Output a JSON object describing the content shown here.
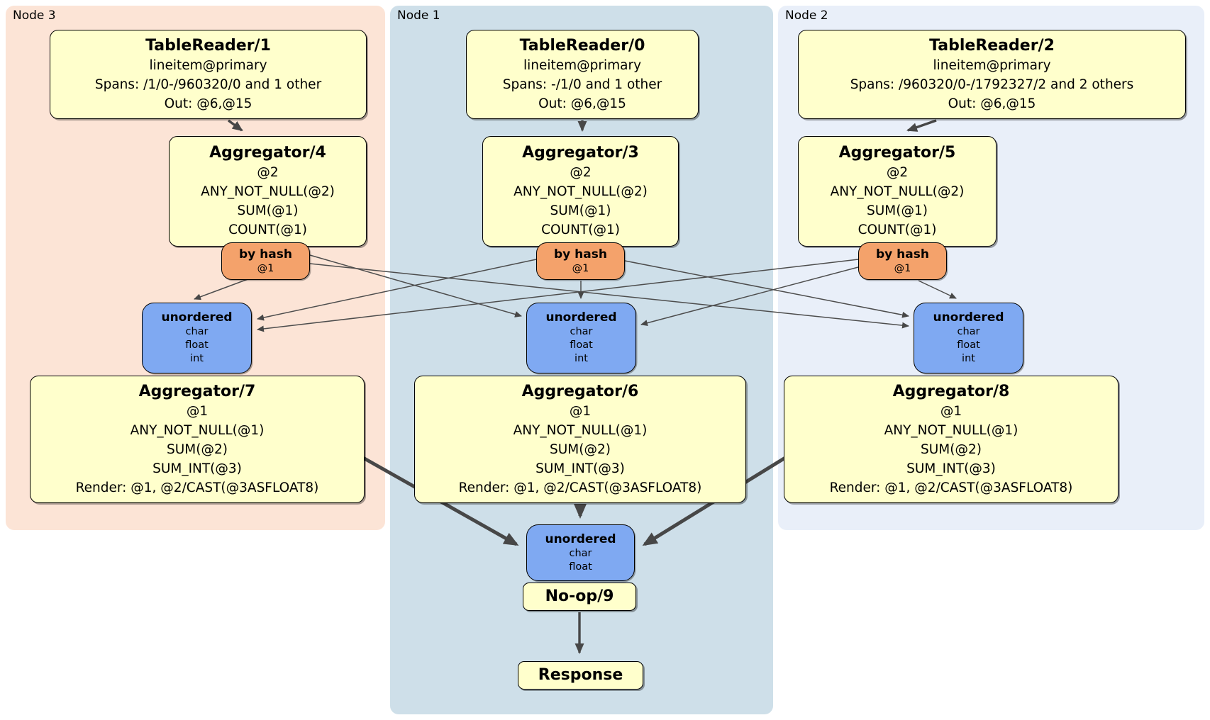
{
  "nodes": {
    "node3": {
      "label": "Node 3",
      "table_reader": {
        "title": "TableReader/1",
        "lines": [
          "lineitem@primary",
          "Spans: /1/0-/960320/0 and 1 other",
          "Out: @6,@15"
        ]
      },
      "aggregator_top": {
        "title": "Aggregator/4",
        "lines": [
          "@2",
          "ANY_NOT_NULL(@2)",
          "SUM(@1)",
          "COUNT(@1)"
        ]
      },
      "router": {
        "title": "by hash",
        "subtitle": "@1"
      },
      "sync": {
        "title": "unordered",
        "lines": [
          "char",
          "float",
          "int"
        ]
      },
      "aggregator_bottom": {
        "title": "Aggregator/7",
        "lines": [
          "@1",
          "ANY_NOT_NULL(@1)",
          "SUM(@2)",
          "SUM_INT(@3)",
          "Render: @1, @2/CAST(@3ASFLOAT8)"
        ]
      }
    },
    "node1": {
      "label": "Node 1",
      "table_reader": {
        "title": "TableReader/0",
        "lines": [
          "lineitem@primary",
          "Spans: -/1/0 and 1 other",
          "Out: @6,@15"
        ]
      },
      "aggregator_top": {
        "title": "Aggregator/3",
        "lines": [
          "@2",
          "ANY_NOT_NULL(@2)",
          "SUM(@1)",
          "COUNT(@1)"
        ]
      },
      "router": {
        "title": "by hash",
        "subtitle": "@1"
      },
      "sync": {
        "title": "unordered",
        "lines": [
          "char",
          "float",
          "int"
        ]
      },
      "aggregator_bottom": {
        "title": "Aggregator/6",
        "lines": [
          "@1",
          "ANY_NOT_NULL(@1)",
          "SUM(@2)",
          "SUM_INT(@3)",
          "Render: @1, @2/CAST(@3ASFLOAT8)"
        ]
      }
    },
    "node2": {
      "label": "Node 2",
      "table_reader": {
        "title": "TableReader/2",
        "lines": [
          "lineitem@primary",
          "Spans: /960320/0-/1792327/2 and 2 others",
          "Out: @6,@15"
        ]
      },
      "aggregator_top": {
        "title": "Aggregator/5",
        "lines": [
          "@2",
          "ANY_NOT_NULL(@2)",
          "SUM(@1)",
          "COUNT(@1)"
        ]
      },
      "router": {
        "title": "by hash",
        "subtitle": "@1"
      },
      "sync": {
        "title": "unordered",
        "lines": [
          "char",
          "float",
          "int"
        ]
      },
      "aggregator_bottom": {
        "title": "Aggregator/8",
        "lines": [
          "@1",
          "ANY_NOT_NULL(@1)",
          "SUM(@2)",
          "SUM_INT(@3)",
          "Render: @1, @2/CAST(@3ASFLOAT8)"
        ]
      }
    }
  },
  "final_stage": {
    "sync": {
      "title": "unordered",
      "lines": [
        "char",
        "float"
      ]
    },
    "noop_title": "No-op/9",
    "response_title": "Response"
  },
  "colors": {
    "node3_bg": "#fce4d6",
    "node1_bg": "#cedfe9",
    "node2_bg": "#e9eff9",
    "operator_fill": "#ffffcc",
    "router_fill": "#f4a26b",
    "sync_fill": "#7fa9f2",
    "edge": "#474747"
  }
}
